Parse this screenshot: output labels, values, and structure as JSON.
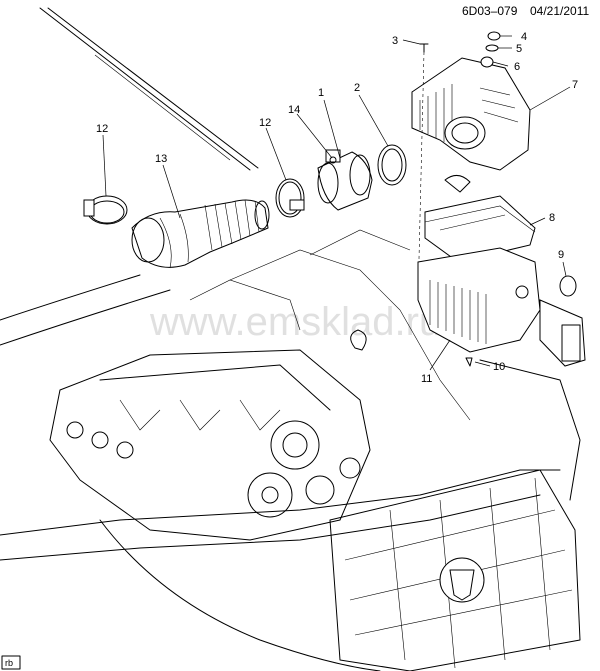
{
  "header": {
    "code": "6D03–079",
    "date": "04/21/2011"
  },
  "watermark": "www.emsklad.ru",
  "corner_tag": "rb",
  "callouts": [
    {
      "id": "c1",
      "label": "1"
    },
    {
      "id": "c2",
      "label": "2"
    },
    {
      "id": "c3",
      "label": "3"
    },
    {
      "id": "c4",
      "label": "4"
    },
    {
      "id": "c5",
      "label": "5"
    },
    {
      "id": "c6",
      "label": "6"
    },
    {
      "id": "c7",
      "label": "7"
    },
    {
      "id": "c8",
      "label": "8"
    },
    {
      "id": "c9",
      "label": "9"
    },
    {
      "id": "c10",
      "label": "10"
    },
    {
      "id": "c11",
      "label": "11"
    },
    {
      "id": "c12a",
      "label": "12"
    },
    {
      "id": "c12b",
      "label": "12"
    },
    {
      "id": "c13",
      "label": "13"
    },
    {
      "id": "c14",
      "label": "14"
    }
  ]
}
